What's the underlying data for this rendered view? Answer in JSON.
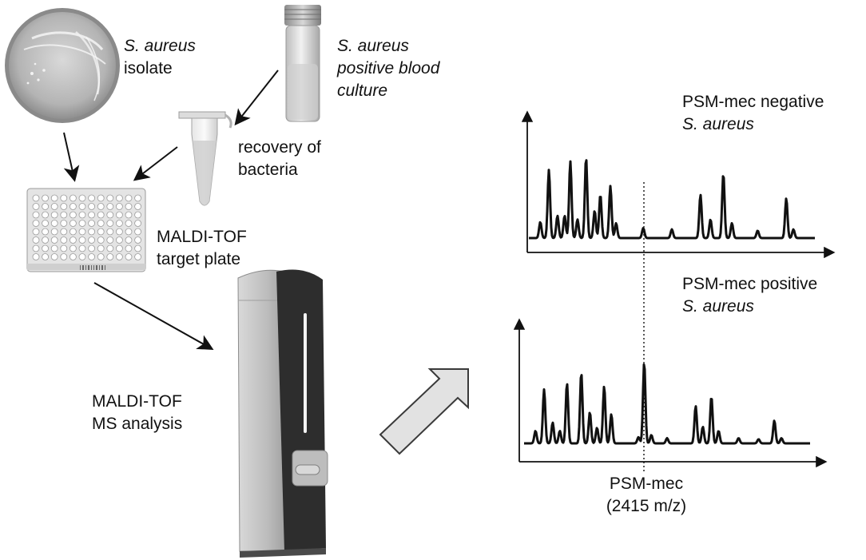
{
  "labels": {
    "isolate": {
      "species": "S. aureus",
      "text": "isolate"
    },
    "blood_culture": {
      "line1": "S. aureus",
      "line2": "positive blood",
      "line3": "culture"
    },
    "recovery": {
      "line1": "recovery of",
      "line2": "bacteria"
    },
    "target_plate": {
      "line1": "MALDI-TOF",
      "line2": "target plate"
    },
    "analysis": {
      "line1": "MALDI-TOF",
      "line2": "MS analysis"
    },
    "negative": {
      "line1": "PSM-mec negative",
      "line2": "S. aureus"
    },
    "positive": {
      "line1": "PSM-mec positive",
      "line2": "S. aureus"
    },
    "psm": {
      "line1": "PSM-mec",
      "line2": "(2415 m/z)"
    }
  },
  "icons": [
    "petri-dish-icon",
    "blood-culture-vial-icon",
    "microtube-icon",
    "target-plate-icon",
    "mass-spectrometer-icon",
    "spectrum-icon",
    "arrow-icon"
  ],
  "colors": {
    "text": "#111111",
    "line": "#111111",
    "instrument_dark": "#2b2b2b",
    "instrument_light": "#c8c8c8",
    "arrow_fill": "#e2e2e2"
  },
  "spectra": {
    "peak_marker_mz": 2415,
    "negative_peaks": [
      {
        "x": 0.04,
        "h": 0.13
      },
      {
        "x": 0.07,
        "h": 0.55
      },
      {
        "x": 0.1,
        "h": 0.18
      },
      {
        "x": 0.125,
        "h": 0.18
      },
      {
        "x": 0.145,
        "h": 0.62
      },
      {
        "x": 0.17,
        "h": 0.15
      },
      {
        "x": 0.2,
        "h": 0.65
      },
      {
        "x": 0.23,
        "h": 0.22
      },
      {
        "x": 0.25,
        "h": 0.35
      },
      {
        "x": 0.285,
        "h": 0.42
      },
      {
        "x": 0.305,
        "h": 0.12
      },
      {
        "x": 0.4,
        "h": 0.08
      },
      {
        "x": 0.5,
        "h": 0.07
      },
      {
        "x": 0.6,
        "h": 0.35
      },
      {
        "x": 0.635,
        "h": 0.15
      },
      {
        "x": 0.68,
        "h": 0.52
      },
      {
        "x": 0.71,
        "h": 0.12
      },
      {
        "x": 0.8,
        "h": 0.06
      },
      {
        "x": 0.9,
        "h": 0.32
      },
      {
        "x": 0.925,
        "h": 0.07
      }
    ],
    "positive_peaks": [
      {
        "x": 0.04,
        "h": 0.12
      },
      {
        "x": 0.07,
        "h": 0.52
      },
      {
        "x": 0.1,
        "h": 0.2
      },
      {
        "x": 0.125,
        "h": 0.12
      },
      {
        "x": 0.15,
        "h": 0.58
      },
      {
        "x": 0.2,
        "h": 0.68
      },
      {
        "x": 0.23,
        "h": 0.3
      },
      {
        "x": 0.255,
        "h": 0.15
      },
      {
        "x": 0.28,
        "h": 0.55
      },
      {
        "x": 0.305,
        "h": 0.28
      },
      {
        "x": 0.4,
        "h": 0.06
      },
      {
        "x": 0.42,
        "h": 0.78
      },
      {
        "x": 0.445,
        "h": 0.08
      },
      {
        "x": 0.5,
        "h": 0.05
      },
      {
        "x": 0.6,
        "h": 0.36
      },
      {
        "x": 0.625,
        "h": 0.16
      },
      {
        "x": 0.655,
        "h": 0.45
      },
      {
        "x": 0.68,
        "h": 0.12
      },
      {
        "x": 0.75,
        "h": 0.05
      },
      {
        "x": 0.82,
        "h": 0.04
      },
      {
        "x": 0.875,
        "h": 0.22
      },
      {
        "x": 0.9,
        "h": 0.05
      }
    ]
  }
}
